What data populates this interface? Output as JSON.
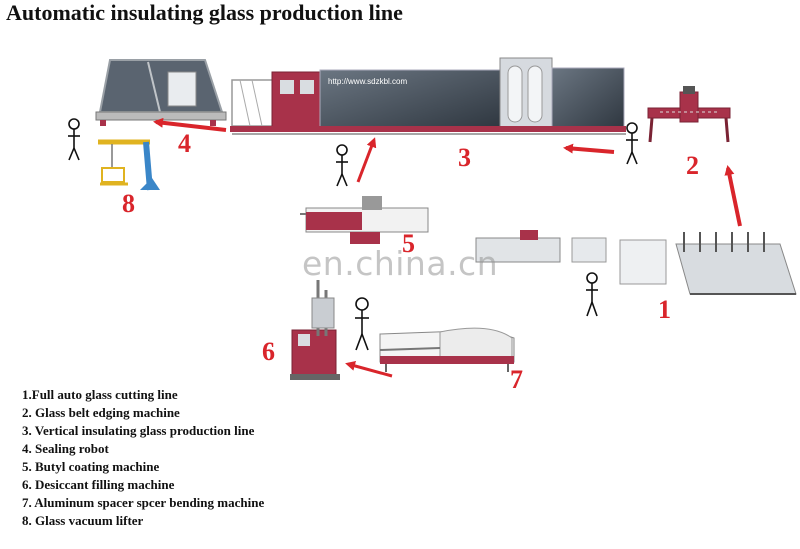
{
  "title": "Automatic insulating glass production line",
  "watermark": "en.china.cn",
  "machine_url": "http://www.sdzkbl.com",
  "step_numbers": [
    "1",
    "2",
    "3",
    "4",
    "5",
    "6",
    "7",
    "8"
  ],
  "legend": [
    "1.Full auto glass cutting line",
    "2. Glass belt edging machine",
    "3. Vertical insulating glass production line",
    "4. Sealing robot",
    "5. Butyl coating machine",
    "6. Desiccant filling machine",
    "7. Aluminum spacer spcer bending machine",
    "8. Glass vacuum lifter"
  ],
  "colors": {
    "arrow": "#d9252b",
    "machine_red": "#a8324a",
    "glass": "#4b5560",
    "frame": "#c9cdd2"
  },
  "icons": [
    "stick-figure-icon",
    "flow-arrow-icon"
  ]
}
